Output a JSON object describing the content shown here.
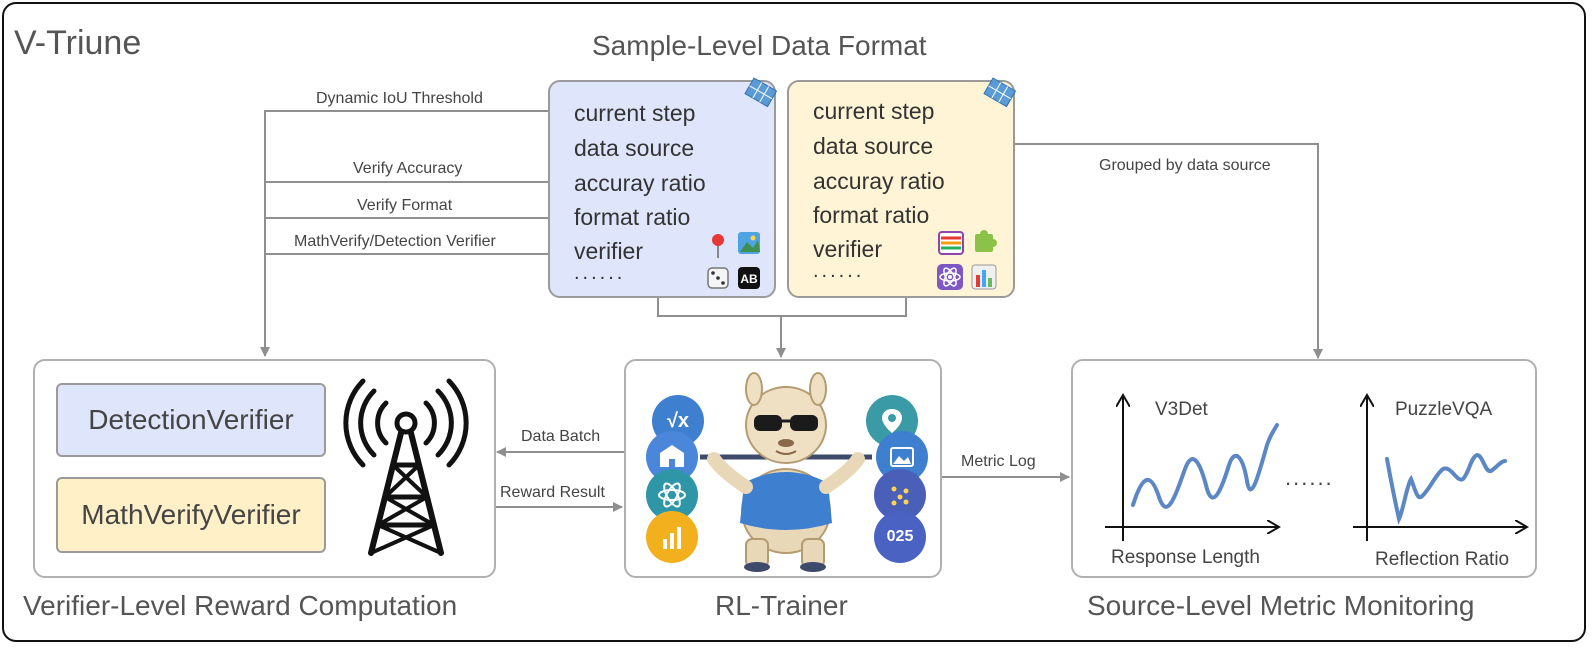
{
  "diagram": {
    "title": "V-Triune",
    "sample_section": {
      "title": "Sample-Level Data Format",
      "fields_blue": [
        "current step",
        "data source",
        "accuray ratio",
        "format ratio",
        "verifier",
        "......"
      ],
      "fields_yellow": [
        "current step",
        "data source",
        "accuray ratio",
        "format ratio",
        "verifier",
        "......"
      ]
    },
    "edge_labels": {
      "dynamic_iou": "Dynamic IoU Threshold",
      "verify_accuracy": "Verify Accuracy",
      "verify_format": "Verify Format",
      "mathverify": "MathVerify/Detection Verifier",
      "grouped": "Grouped by data source",
      "data_batch": "Data Batch",
      "reward_result": "Reward Result",
      "metric_log": "Metric Log"
    },
    "verifier_panel": {
      "title": "Verifier-Level Reward Computation",
      "box1": "DetectionVerifier",
      "box2": "MathVerifyVerifier"
    },
    "trainer_panel": {
      "title": "RL-Trainer",
      "disc_labels": [
        "√x",
        "025"
      ]
    },
    "monitor_panel": {
      "title": "Source-Level Metric Monitoring",
      "chart1_title": "V3Det",
      "chart1_xlabel": "Response Length",
      "ellipsis": "......",
      "chart2_title": "PuzzleVQA",
      "chart2_xlabel": "Reflection Ratio"
    },
    "colors": {
      "blue_card": "#dfe6fb",
      "yellow_card": "#fff4d6",
      "line": "#5b87c5",
      "arrow": "#8f8f8f"
    }
  }
}
